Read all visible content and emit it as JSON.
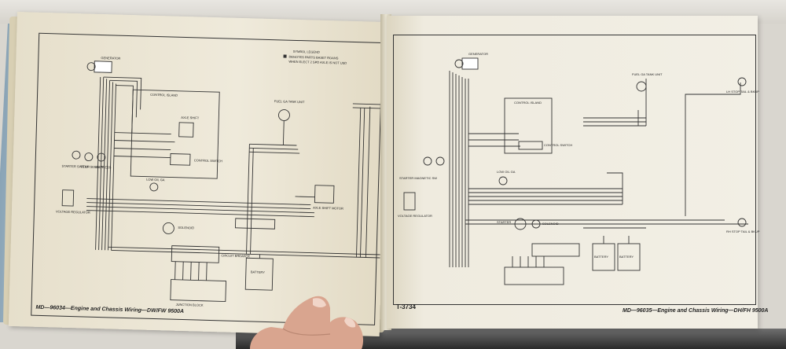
{
  "left_page": {
    "legend_title": "SYMBOL LEGEND",
    "legend_line1": "DENOTES PARTS BASET ROANS",
    "legend_line2": "WHEN ELECT 2 SPD AXLE IS NOT USD",
    "generator": "GENERATOR",
    "control_island": "CONTROL ISLAND",
    "axle_shift": "AXLE SHIFT",
    "control_switch": "CONTROL SWITCH",
    "fuel_tank": "FUEL GA TANK UNIT",
    "starter_switch": "STARTER SWITCH",
    "temp_sender": "TEMP SENDER",
    "oil_press": "OIL PRESS",
    "low_oil": "LOW OIL GA",
    "voltage_regulator": "VOLTAGE REGULATOR",
    "solenoid": "SOLENOID",
    "axle_shift_motor": "AXLE SHIFT MOTOR",
    "battery": "BATTERY",
    "circuit_breaker": "CIRCUIT BREAKER",
    "junction_block": "JUNCTION BLOCK",
    "footer_label": "MD—96034—Engine and Chassis Wiring—DW/FW 9500A"
  },
  "right_page": {
    "generator": "GENERATOR",
    "control_island": "CONTROL ISLAND",
    "control_switch": "CONTROL SWITCH",
    "fuel_tank": "FUEL GA TANK UNIT",
    "starter_switch": "STARTER MAGNETIC SW",
    "low_oil": "LOW OIL GA",
    "voltage_regulator": "VOLTAGE REGULATOR",
    "starter": "STARTER",
    "solenoid": "SOLENOID",
    "battery_a": "BATTERY",
    "battery_b": "BATTERY",
    "lh_lamp": "LH STOP TAIL & BKUP",
    "rh_lamp": "RH STOP TAIL & BKUP",
    "page_code": "T-3734",
    "footer_label": "MD—96035—Engine and Chassis Wiring—DH/FH 9500A"
  }
}
